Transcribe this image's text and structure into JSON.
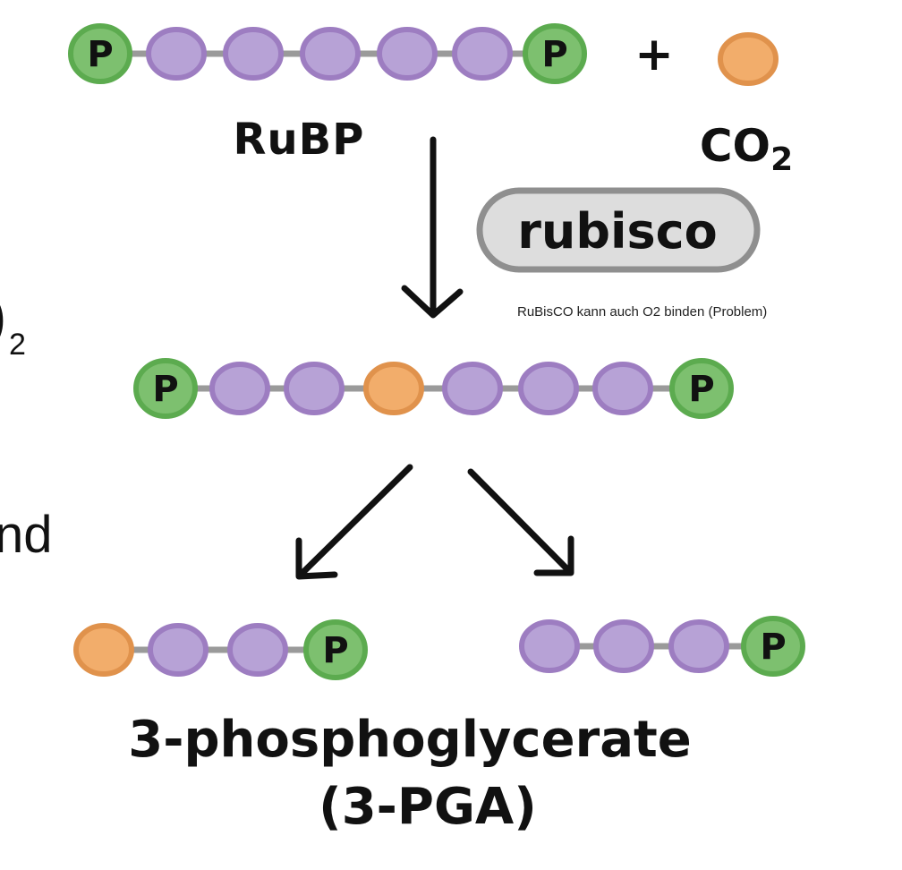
{
  "labels": {
    "rubp": "RuBP",
    "co2_main": "CO",
    "co2_sub": "2",
    "plus": "+",
    "enzyme": "rubisco",
    "note": "RuBisCO kann auch O2 binden (Problem)",
    "product_line1": "3-phosphoglycerate",
    "product_line2": "(3-PGA)",
    "phosphate": "P"
  },
  "slide_fragments": {
    "left_char_1": ")",
    "left_sub_1": "2",
    "left_word_2": "nd"
  },
  "colors": {
    "phosphate_fill": "#7dc06f",
    "phosphate_stroke": "#5cab4f",
    "carbon_fill": "#b7a2d6",
    "carbon_stroke": "#9d7dc1",
    "co2_fill": "#f2ad6b",
    "co2_stroke": "#e0924c",
    "bond": "#9a9a9a",
    "enzyme_fill": "#dddddd",
    "enzyme_stroke": "#8f8f8f",
    "ink": "#111111"
  }
}
